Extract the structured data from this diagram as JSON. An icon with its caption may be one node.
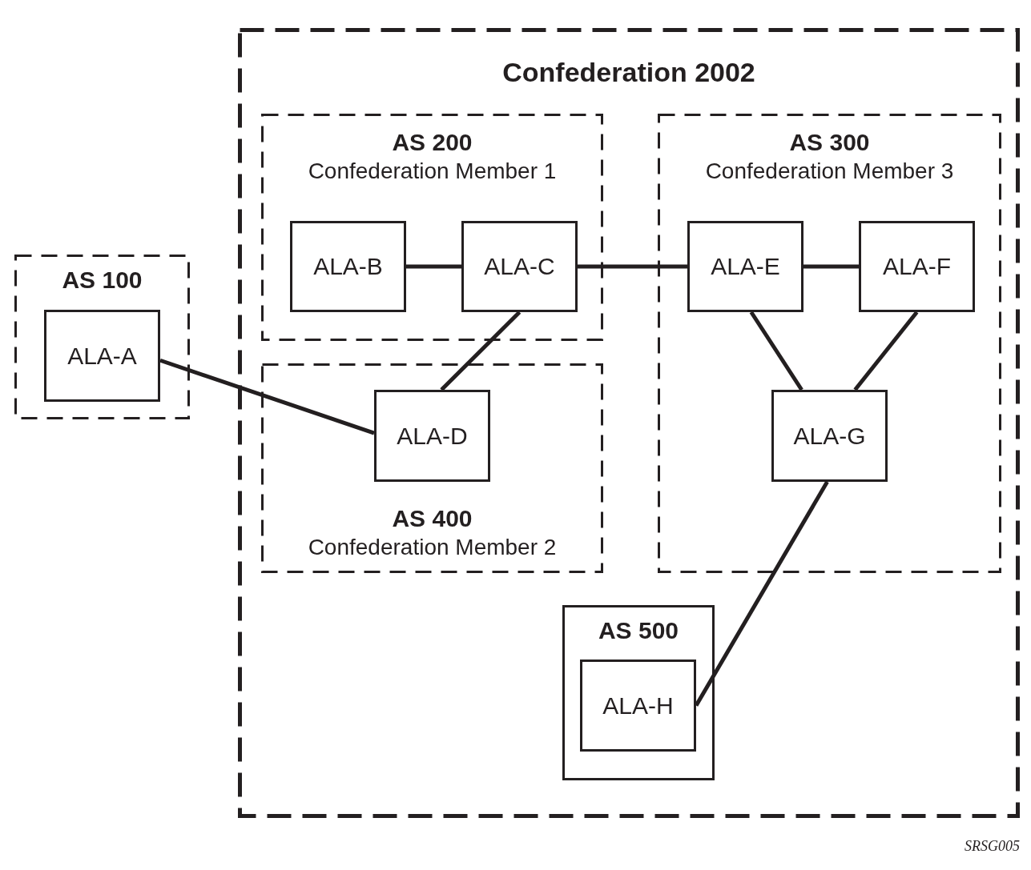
{
  "diagram": {
    "nodes": [
      {
        "text": [
          "Confederation 2002"
        ]
      },
      {
        "text": [
          "AS 200",
          "Confederation Member 1"
        ],
        "in": 0
      },
      {
        "text": [
          "ALA-B"
        ],
        "in": 1
      },
      {
        "text": [
          "ALA-C"
        ],
        "in": 1
      },
      {
        "text": [
          "AS 300",
          "Confederation Member 3"
        ],
        "in": 0
      },
      {
        "text": [
          "ALA-E"
        ],
        "in": 4
      },
      {
        "text": [
          "ALA-F"
        ],
        "in": 4
      },
      {
        "text": [
          "ALA-G"
        ],
        "in": 4
      },
      {
        "text": [
          "AS 400",
          "Confederation Member 2"
        ],
        "in": 0
      },
      {
        "text": [
          "ALA-D"
        ],
        "in": 8
      },
      {
        "text": [
          "AS 500"
        ],
        "in": 0
      },
      {
        "text": [
          "ALA-H"
        ],
        "in": 10
      },
      {
        "text": [
          "AS 100"
        ]
      },
      {
        "text": [
          "ALA-A"
        ],
        "in": 12
      }
    ],
    "edges": [
      {
        "from": 2,
        "to": 3,
        "arrow": "none"
      },
      {
        "from": 3,
        "to": 5,
        "arrow": "none"
      },
      {
        "from": 5,
        "to": 6,
        "arrow": "none"
      },
      {
        "from": 3,
        "to": 9,
        "arrow": "none"
      },
      {
        "from": 13,
        "to": 9,
        "arrow": "none"
      },
      {
        "from": 5,
        "to": 7,
        "arrow": "none"
      },
      {
        "from": 6,
        "to": 7,
        "arrow": "none"
      },
      {
        "from": 7,
        "to": 11,
        "arrow": "none"
      }
    ],
    "labels": [
      "SRSG005"
    ]
  }
}
